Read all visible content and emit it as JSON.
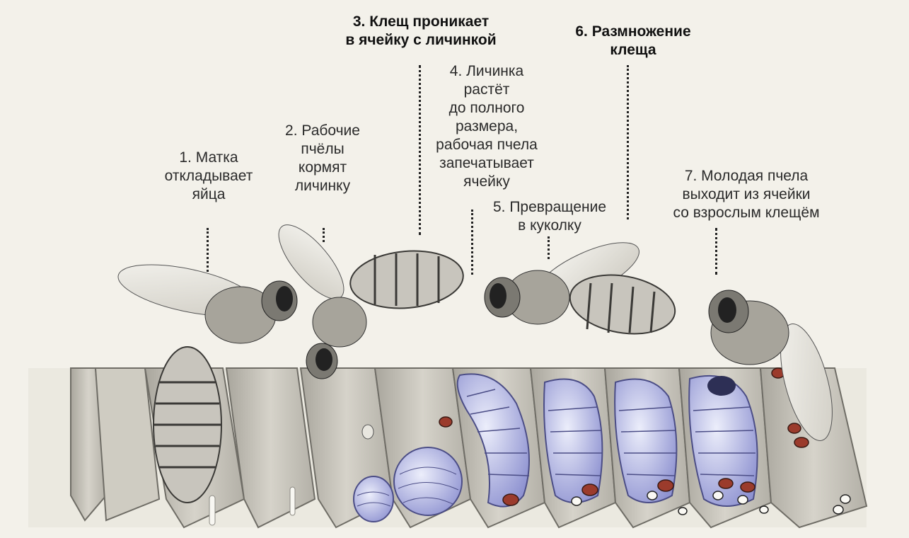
{
  "stages": [
    {
      "id": "s1",
      "text": "1. Матка\nоткладывает\nяйца",
      "bold": false
    },
    {
      "id": "s2",
      "text": "2. Рабочие\nпчёлы\nкормят\nличинку",
      "bold": false
    },
    {
      "id": "s3",
      "text": "3. Клещ проникает\nв ячейку с личинкой",
      "bold": true
    },
    {
      "id": "s4",
      "text": "4. Личинка\nрастёт\nдо полного\nразмера,\nрабочая пчела\nзапечатывает\nячейку",
      "bold": false
    },
    {
      "id": "s5",
      "text": "5. Превращение\nв куколку",
      "bold": false
    },
    {
      "id": "s6",
      "text": "6. Размножение\nклеща",
      "bold": true
    },
    {
      "id": "s7",
      "text": "7. Молодая пчела\nвыходит из ячейки\nсо взрослым клещём",
      "bold": false
    }
  ],
  "colors": {
    "background": "#f3f1ea",
    "comb": "#c9c6bc",
    "comb_edge": "#6f6d66",
    "larva": "#b7b8e3",
    "larva_edge": "#4b4d86",
    "mite": "#9b3b2c",
    "bee_body": "#c8c5bd",
    "bee_stripe": "#3a3936",
    "wing": "#e6e4dd"
  }
}
